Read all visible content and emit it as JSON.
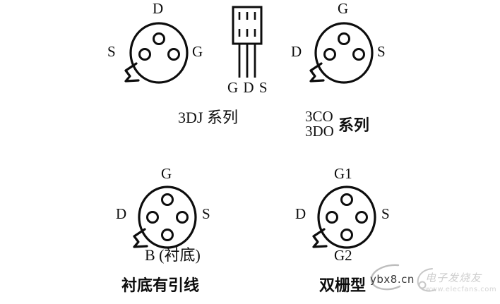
{
  "figure": {
    "background_color": "#ffffff",
    "line_color": "#0d0d0d"
  },
  "diagrams": [
    {
      "id": "3dj",
      "package": "round-can",
      "pin_count": 3,
      "labels": {
        "top": "D",
        "left": "S",
        "right": "G"
      },
      "caption": "3DJ 系列"
    },
    {
      "id": "to92",
      "package": "to-92",
      "pin_count": 3,
      "leads": "G D S"
    },
    {
      "id": "3co3do",
      "package": "round-can",
      "pin_count": 3,
      "labels": {
        "top": "G",
        "left": "D",
        "right": "S"
      },
      "caption_codes": [
        "3CO",
        "3DO"
      ],
      "caption_suffix": "系列"
    },
    {
      "id": "substrate-lead",
      "package": "round-can",
      "pin_count": 4,
      "labels": {
        "top": "G",
        "left": "D",
        "right": "S",
        "bottom": "B (衬底)"
      },
      "caption": "衬底有引线"
    },
    {
      "id": "dual-gate",
      "package": "round-can",
      "pin_count": 4,
      "labels": {
        "top": "G1",
        "left": "D",
        "right": "S",
        "bottom": "G2"
      },
      "caption": "双栅型"
    }
  ],
  "watermarks": {
    "ybx": "ybx8.cn",
    "elecfans_cn": "电子发烧友",
    "elecfans_url": "www.elecfans.com"
  }
}
